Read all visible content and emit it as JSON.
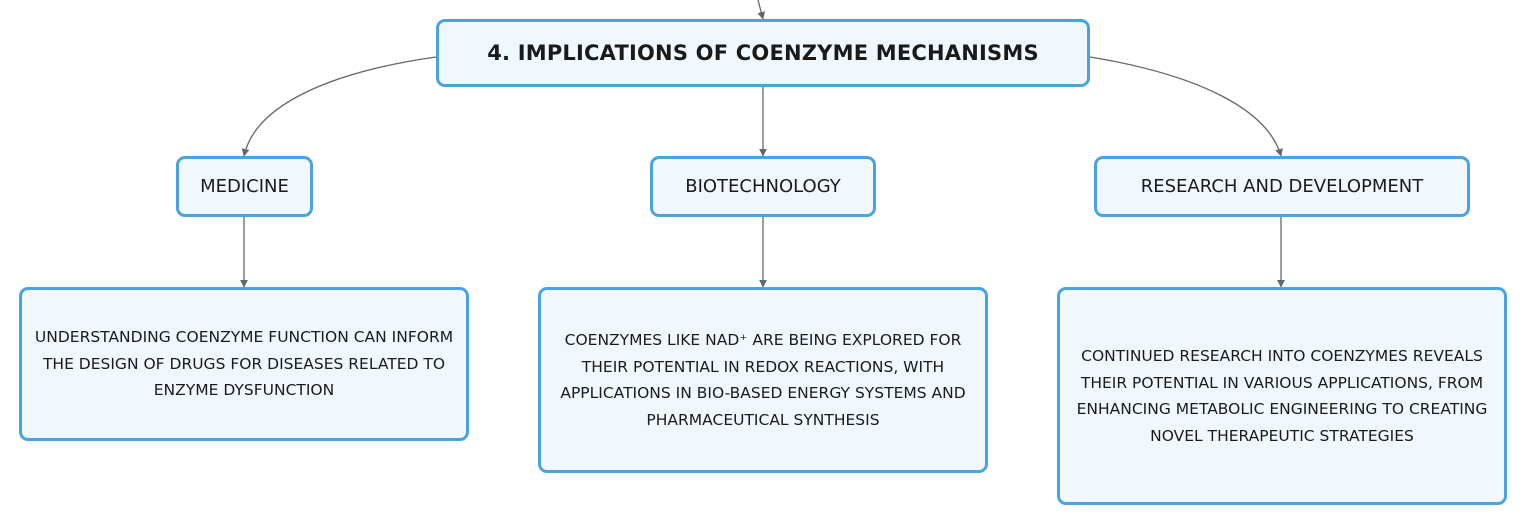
{
  "root": {
    "title": "4. IMPLICATIONS OF COENZYME MECHANISMS"
  },
  "branches": [
    {
      "label": "MEDICINE",
      "detail": "UNDERSTANDING COENZYME FUNCTION CAN INFORM THE DESIGN OF DRUGS FOR DISEASES RELATED TO ENZYME DYSFUNCTION"
    },
    {
      "label": "BIOTECHNOLOGY",
      "detail": "COENZYMES LIKE NAD⁺ ARE BEING EXPLORED FOR THEIR POTENTIAL IN REDOX REACTIONS, WITH APPLICATIONS IN BIO-BASED ENERGY SYSTEMS AND PHARMACEUTICAL SYNTHESIS"
    },
    {
      "label": "RESEARCH AND DEVELOPMENT",
      "detail": "CONTINUED RESEARCH INTO COENZYMES REVEALS THEIR POTENTIAL IN VARIOUS APPLICATIONS, FROM ENHANCING METABOLIC ENGINEERING TO CREATING NOVEL THERAPEUTIC STRATEGIES"
    }
  ],
  "colors": {
    "node_border": "#4aa3df",
    "node_fill": "#f1f8fd",
    "connector": "#666666",
    "text": "#1a1a1a"
  }
}
